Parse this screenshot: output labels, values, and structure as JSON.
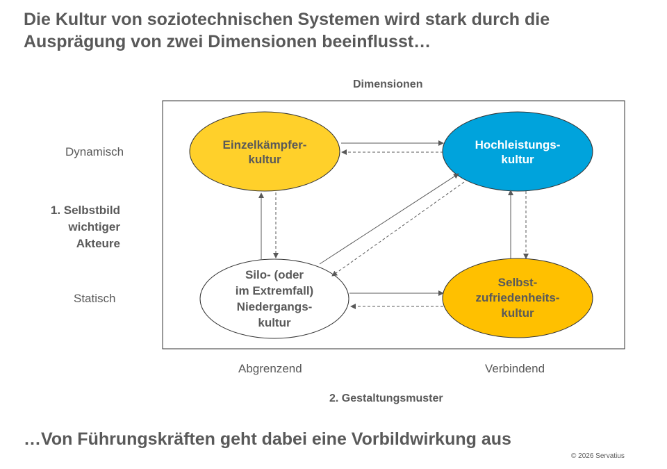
{
  "title": "Die Kultur von soziotechnischen Systemen wird stark durch die Ausprägung von zwei Dimensionen beeinflusst…",
  "diagram": {
    "heading": "Dimensionen",
    "y_axis": {
      "label_lines": [
        "1. Selbstbild",
        "wichtiger",
        "Akteure"
      ],
      "top": "Dynamisch",
      "bottom": "Statisch"
    },
    "x_axis": {
      "label": "2. Gestaltungsmuster",
      "left": "Abgrenzend",
      "right": "Verbindend"
    },
    "nodes": [
      {
        "id": "einzel",
        "lines": [
          "Einzelkämpfer-",
          "kultur"
        ],
        "color": "#FFD02A",
        "text_color": "#595959"
      },
      {
        "id": "hoch",
        "lines": [
          "Hochleistungs-",
          "kultur"
        ],
        "color": "#00A3DC",
        "text_color": "#FFFFFF"
      },
      {
        "id": "silo",
        "lines": [
          "Silo- (oder",
          "im Extremfall)",
          "Niedergangs-",
          "kultur"
        ],
        "color": "#FFFFFF",
        "text_color": "#595959"
      },
      {
        "id": "selbst",
        "lines": [
          "Selbst-",
          "zufriedenheits-",
          "kultur"
        ],
        "color": "#FFC000",
        "text_color": "#595959"
      }
    ]
  },
  "footer": "…Von Führungskräften geht dabei eine Vorbildwirkung aus",
  "copyright": "© 2026  Servatius"
}
